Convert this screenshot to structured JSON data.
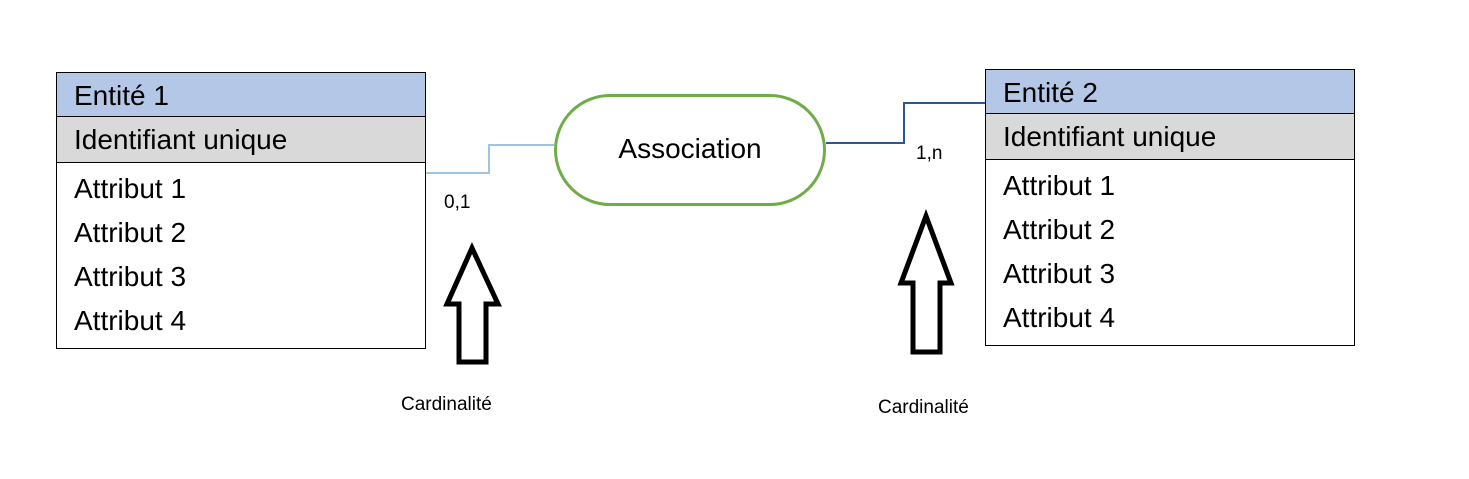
{
  "entity1": {
    "title": "Entité 1",
    "identifier": "Identifiant unique",
    "attributes": [
      "Attribut 1",
      "Attribut 2",
      "Attribut 3",
      "Attribut 4"
    ]
  },
  "entity2": {
    "title": "Entité 2",
    "identifier": "Identifiant unique",
    "attributes": [
      "Attribut 1",
      "Attribut 2",
      "Attribut 3",
      "Attribut 4"
    ]
  },
  "association": {
    "label": "Association"
  },
  "cardinalities": {
    "left": {
      "value": "0,1",
      "caption": "Cardinalité"
    },
    "right": {
      "value": "1,n",
      "caption": "Cardinalité"
    }
  },
  "colors": {
    "entity_header": "#b4c7e7",
    "identifier_row": "#d9d9d9",
    "association_border": "#70ad47",
    "link_left": "#9dc3e6",
    "link_right": "#2f5597"
  }
}
